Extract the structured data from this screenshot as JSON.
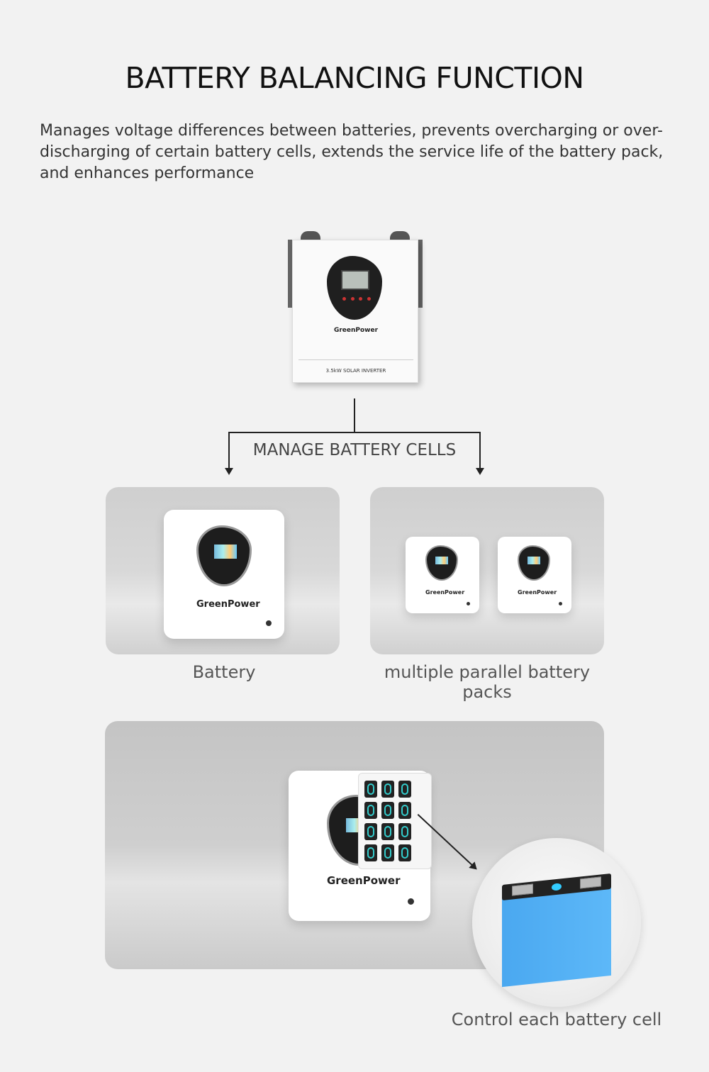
{
  "header": {
    "title": "BATTERY BALANCING FUNCTION",
    "description": "Manages voltage differences between batteries, prevents overcharging or over-discharging of certain battery cells, extends the service life of the battery pack, and enhances performance"
  },
  "inverter": {
    "brand": "GreenPower",
    "model_label": "3.5kW SOLAR INVERTER"
  },
  "diagram": {
    "connector_label": "MANAGE BATTERY CELLS"
  },
  "cards": {
    "single": {
      "brand": "GreenPower",
      "caption": "Battery"
    },
    "parallel": {
      "brand": "GreenPower",
      "caption": "multiple parallel battery packs"
    },
    "cell_detail": {
      "brand": "GreenPower",
      "caption": "Control each battery cell"
    }
  },
  "colors": {
    "background": "#f2f2f2",
    "brand_orange": "#f08a1c",
    "cell_blue": "#4aa8f0"
  }
}
